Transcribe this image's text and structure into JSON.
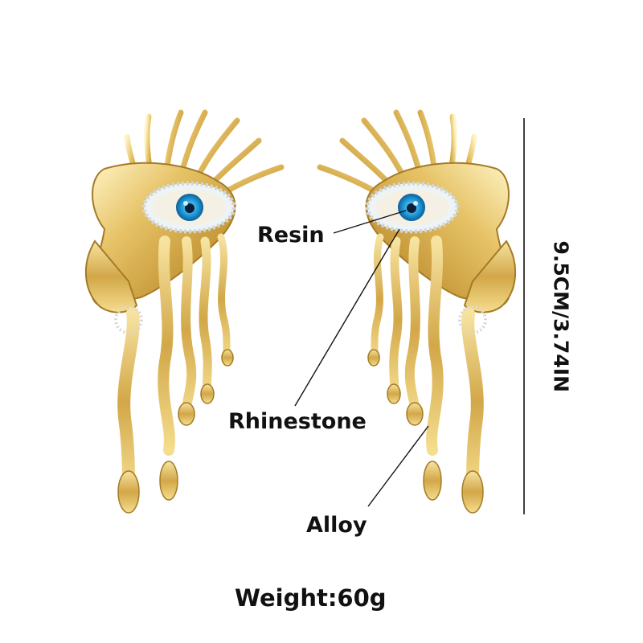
{
  "labels": {
    "resin": "Resin",
    "rhinestone": "Rhinestone",
    "alloy": "Alloy",
    "weight": "Weight:60g",
    "dimension": "9.5CM/3.74IN"
  },
  "colors": {
    "gold_light": "#f6e7a8",
    "gold_mid": "#d9b252",
    "gold_dark": "#9c7421",
    "eye_blue": "#1e9bd8",
    "pupil": "#0b1f3a",
    "text": "#111111"
  }
}
